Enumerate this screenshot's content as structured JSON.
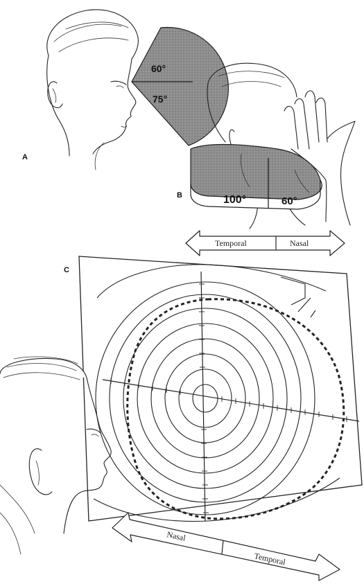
{
  "panels": {
    "a": {
      "letter": "A",
      "upper_angle": "60°",
      "lower_angle": "75°"
    },
    "b": {
      "letter": "B",
      "temporal_angle": "100°",
      "nasal_angle": "60°"
    },
    "c": {
      "letter": "C"
    }
  },
  "arrows": {
    "b": {
      "left": "Temporal",
      "right": "Nasal"
    },
    "c": {
      "left": "Nasal",
      "right": "Temporal"
    }
  },
  "colors": {
    "ink": "#222222",
    "field_fill": "#8c8c8c",
    "paper": "#ffffff"
  }
}
